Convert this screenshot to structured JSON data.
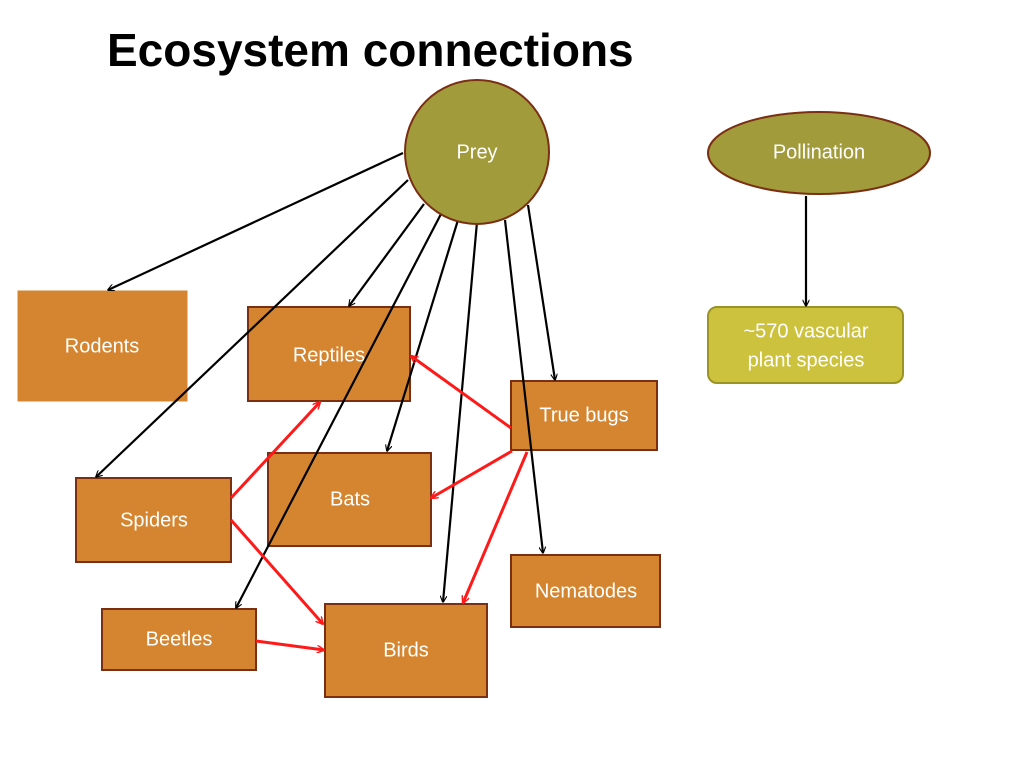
{
  "title": "Ecosystem connections",
  "colors": {
    "box_fill": "#d58530",
    "box_border": "#7a2e12",
    "hub_fill": "#a19b3c",
    "hub_border": "#7a2e12",
    "species_fill": "#cdc23e",
    "species_border": "#9b9324",
    "black_arrow": "#000000",
    "red_arrow": "#ff1a1a"
  },
  "nodes": {
    "prey": "Prey",
    "pollination": "Pollination",
    "rodents": "Rodents",
    "reptiles": "Reptiles",
    "true_bugs": "True bugs",
    "bats": "Bats",
    "spiders": "Spiders",
    "nematodes": "Nematodes",
    "beetles": "Beetles",
    "birds": "Birds",
    "plant_species_line1": "~570 vascular",
    "plant_species_line2": "plant species"
  },
  "edges": {
    "black": [
      [
        "prey",
        "rodents"
      ],
      [
        "prey",
        "spiders"
      ],
      [
        "prey",
        "reptiles"
      ],
      [
        "prey",
        "beetles"
      ],
      [
        "prey",
        "bats"
      ],
      [
        "prey",
        "birds"
      ],
      [
        "prey",
        "nematodes"
      ],
      [
        "prey",
        "true_bugs"
      ],
      [
        "pollination",
        "plant_species"
      ]
    ],
    "red": [
      [
        "true_bugs",
        "reptiles"
      ],
      [
        "true_bugs",
        "bats"
      ],
      [
        "true_bugs",
        "birds"
      ],
      [
        "spiders",
        "reptiles"
      ],
      [
        "spiders",
        "birds"
      ],
      [
        "beetles",
        "birds"
      ]
    ]
  }
}
